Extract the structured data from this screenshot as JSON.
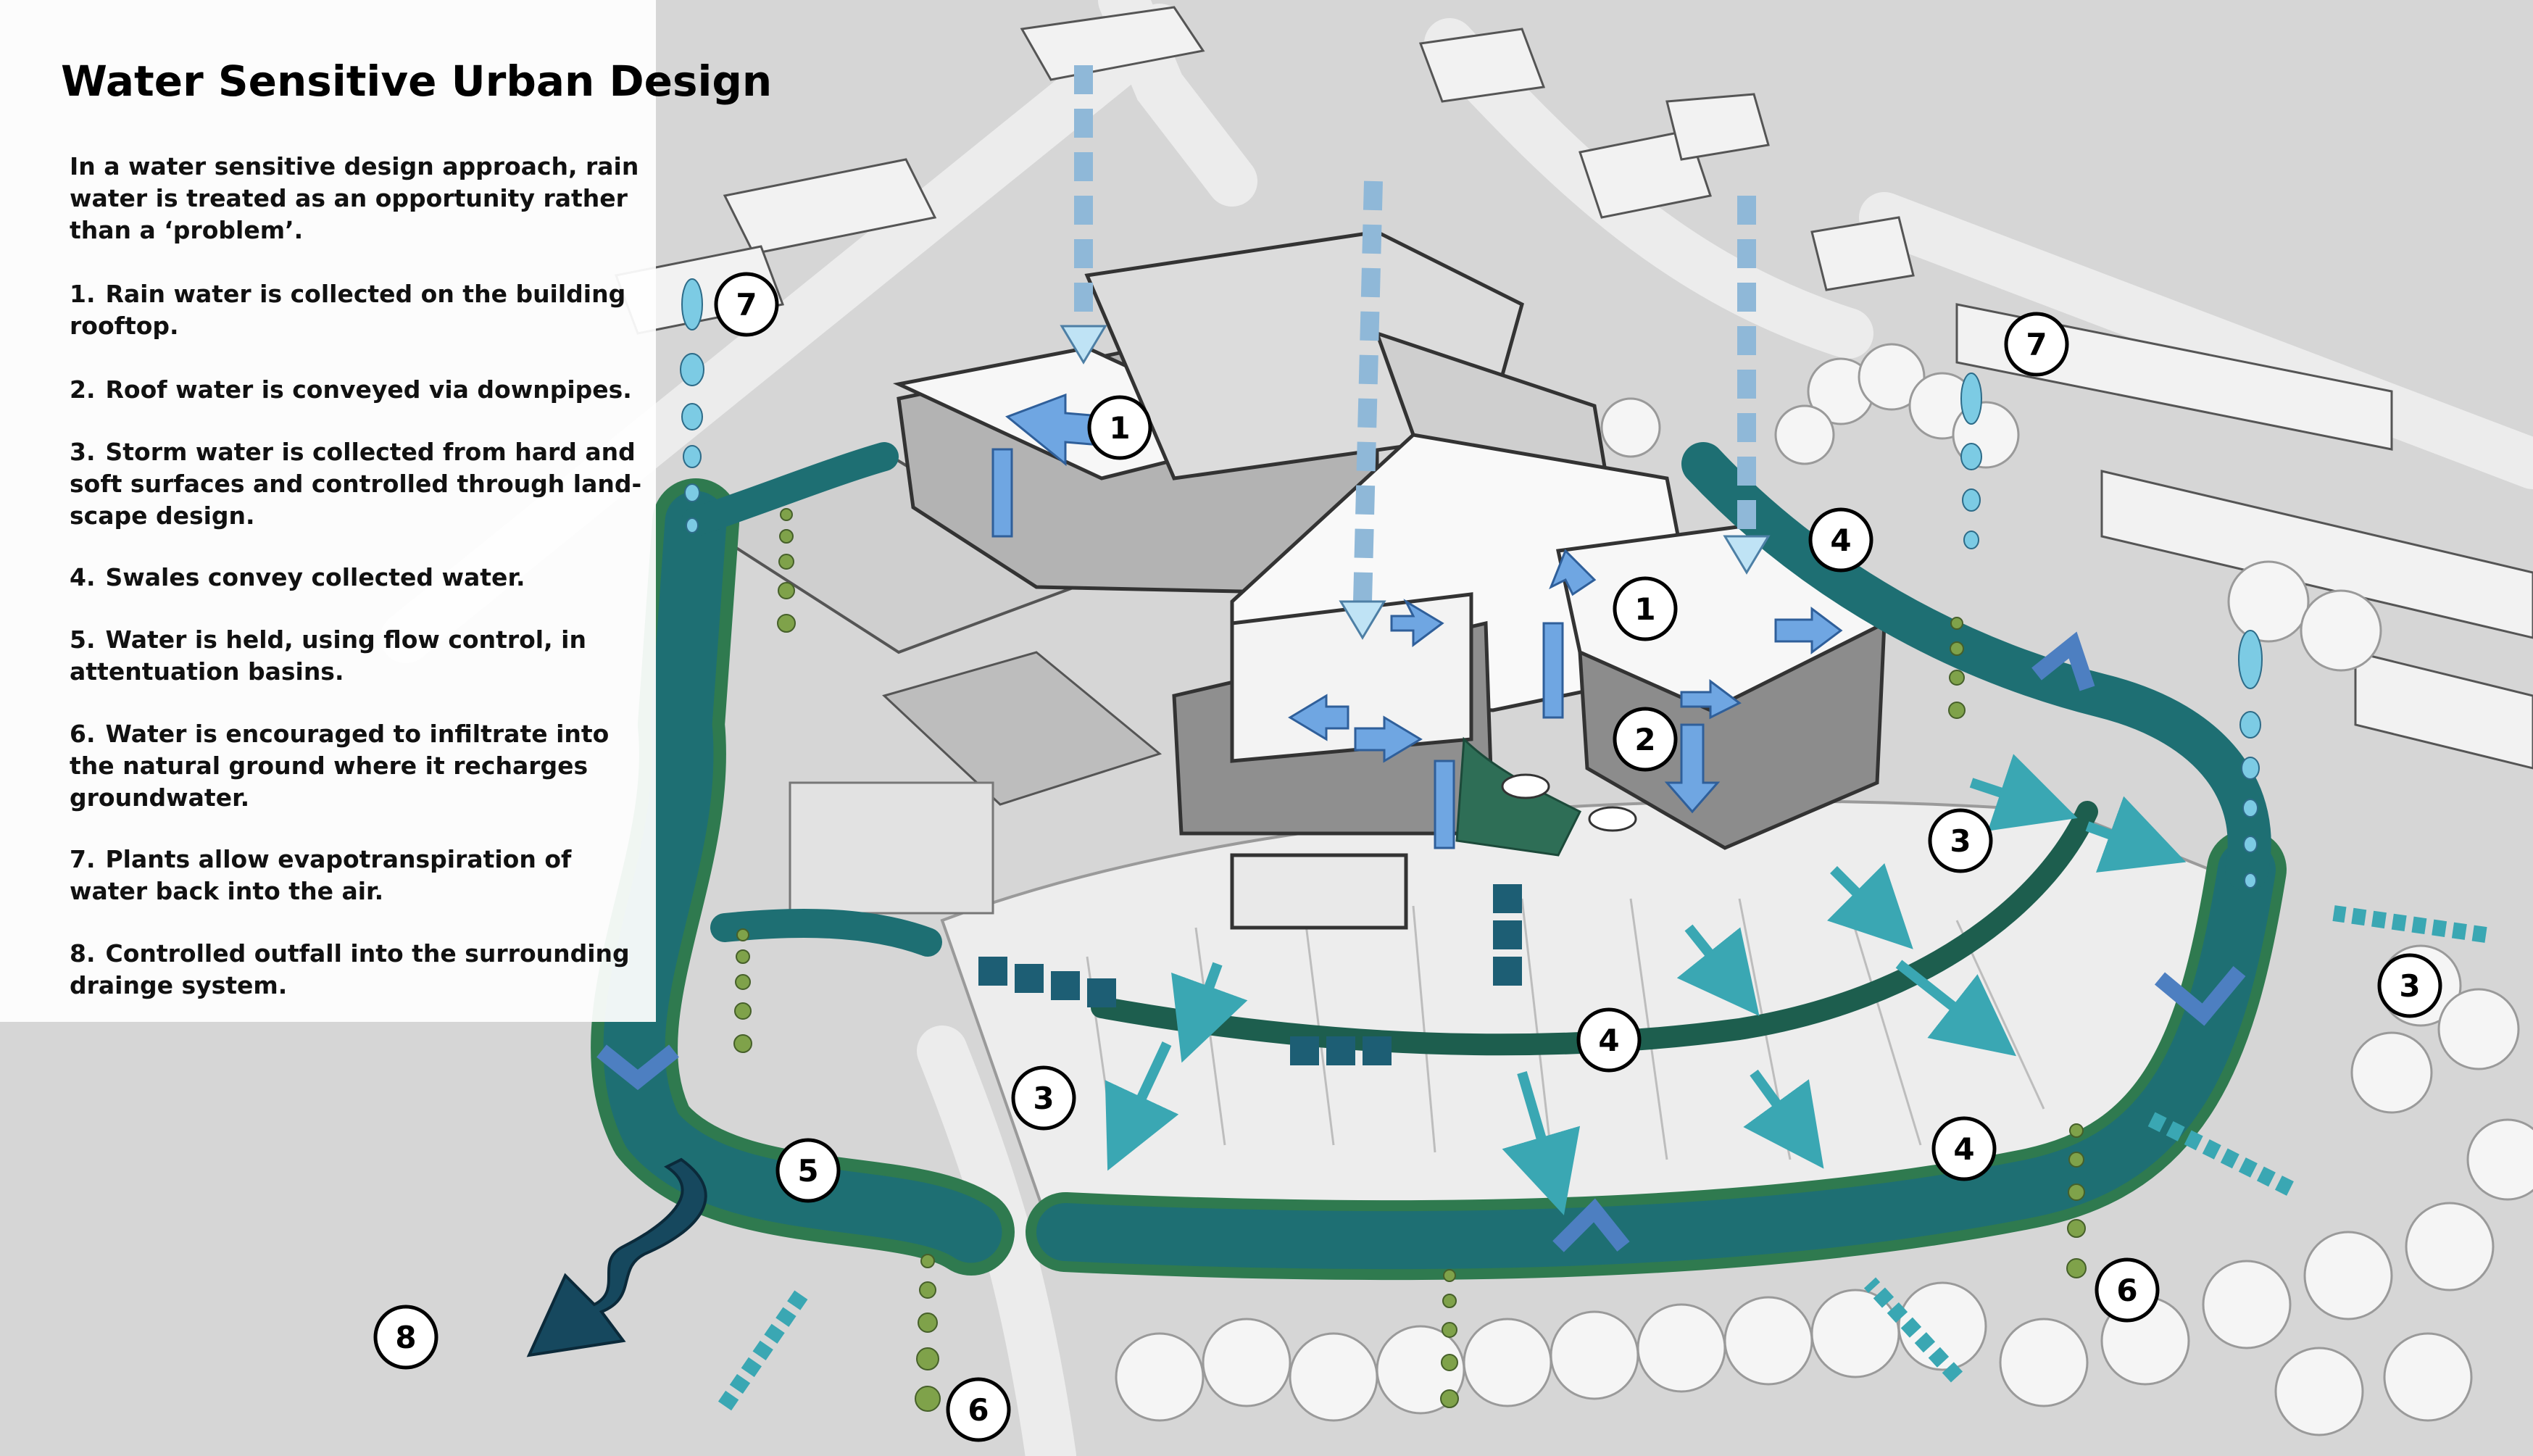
{
  "title": "Water Sensitive Urban Design",
  "intro": "In a water sensitive design approach, rain water is treated as an opportunity rather than a ‘problem’.",
  "steps": [
    {
      "num": "1.",
      "text": "Rain water is collected on the building rooftop."
    },
    {
      "num": "2.",
      "text": "Roof water is conveyed via downpipes."
    },
    {
      "num": "3.",
      "text": "Storm water is collected from hard and soft surfaces and controlled through land-scape design."
    },
    {
      "num": "4.",
      "text": "Swales convey collected water."
    },
    {
      "num": "5.",
      "text": "Water is held, using flow control,  in attentuation basins."
    },
    {
      "num": "6.",
      "text": "Water is encouraged to infiltrate into the natural ground where it recharges groundwater."
    },
    {
      "num": "7.",
      "text": "Plants allow evapotranspiration of water back into the air."
    },
    {
      "num": "8.",
      "text": "Controlled outfall into the surrounding drainge system."
    }
  ],
  "markers": {
    "m1a": "1",
    "m1b": "1",
    "m2": "2",
    "m3a": "3",
    "m3b": "3",
    "m3c": "3",
    "m4a": "4",
    "m4b": "4",
    "m4c": "4",
    "m5": "5",
    "m6a": "6",
    "m6b": "6",
    "m7a": "7",
    "m7b": "7",
    "m8": "8"
  },
  "colors": {
    "swale": "#1e6f73",
    "swale_edge": "#2f7a4f",
    "roof_arrow": "#6fa6e2",
    "rain_arrow": "#bfe3f5",
    "storm_arrow": "#3aa7b3",
    "outfall": "#16485e",
    "infiltration": "#7fa24a",
    "evapo": "#7ccbe4"
  }
}
